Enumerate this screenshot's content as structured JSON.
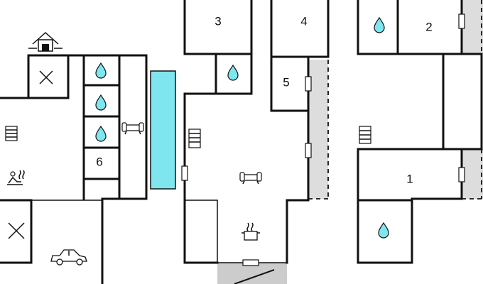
{
  "rooms": {
    "room_1": "1",
    "room_2": "2",
    "room_3": "3",
    "room_4": "4",
    "room_5": "5",
    "room_6": "6"
  },
  "colors": {
    "pool": "#7fe6f0",
    "water_drop": "#7fe6f0",
    "terrace": "#dddddd",
    "wall": "#111111"
  },
  "icons": [
    "water-drop-icon",
    "sofa-icon",
    "radiator-icon",
    "sauna-icon",
    "car-icon",
    "cooking-pot-icon",
    "house-icon",
    "x-mark-icon"
  ]
}
